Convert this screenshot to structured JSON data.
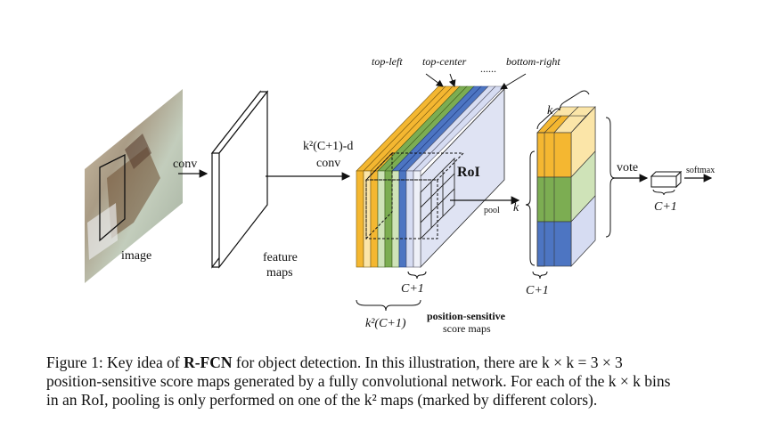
{
  "labels": {
    "image": "image",
    "conv": "conv",
    "feature_maps_line1": "feature",
    "feature_maps_line2": "maps",
    "k2c1d_top": "k²(C+1)-d",
    "k2c1d_bottom": "conv",
    "top_left": "top-left",
    "top_center": "top-center",
    "dots": "......",
    "bottom_right": "bottom-right",
    "roi": "RoI",
    "pool": "pool",
    "k_side": "k",
    "k_top": "k",
    "c1_scoremaps": "C+1",
    "k2c1_brace": "k²(C+1)",
    "ps_line1": "position-sensitive",
    "ps_line2": "score maps",
    "c1_pooled": "C+1",
    "vote": "vote",
    "softmax": "softmax",
    "c1_vote": "C+1"
  },
  "colors": {
    "orange": "#f4b731",
    "green": "#7cad52",
    "blue": "#4d75c2",
    "lightblue": "#d6dcf2",
    "lightorange": "#fbe5a8",
    "lightgreen": "#cfe3b8"
  },
  "caption": {
    "line1_pre": "Figure 1: Key idea of ",
    "line1_bold": "R-FCN",
    "line1_post": " for object detection. In this illustration, there are k × k = 3 × 3",
    "line2": "position-sensitive score maps generated by a fully convolutional network. For each of the k × k bins",
    "line3": "in an RoI, pooling is only performed on one of the k² maps (marked by different colors)."
  }
}
